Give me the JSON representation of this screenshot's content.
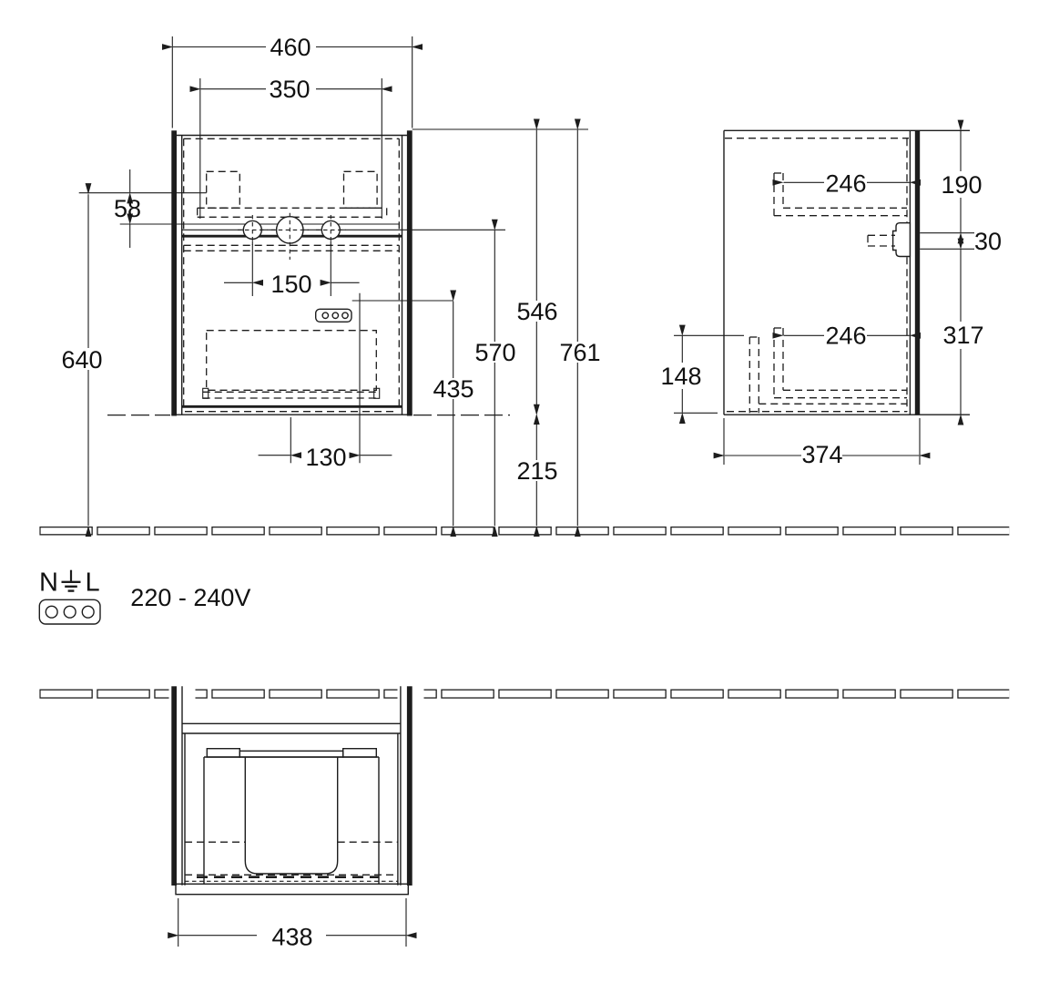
{
  "front": {
    "width": "460",
    "inner_width": "350",
    "bracket_drop": "58",
    "height_to_bracket": "640",
    "tap_spacing": "150",
    "socket_offset": "130",
    "socket_height": "435",
    "countertop_height": "570",
    "cabinet_height": "546",
    "total_height": "761",
    "clearance": "215"
  },
  "side": {
    "top_runner_depth": "246",
    "top_section": "190",
    "rail_thickness": "30",
    "bottom_runner_depth": "246",
    "bottom_section": "317",
    "bracket_height": "148",
    "depth": "374"
  },
  "plan": {
    "width": "438"
  },
  "power": {
    "neutral": "N",
    "line": "L",
    "voltage": "220 - 240V"
  }
}
